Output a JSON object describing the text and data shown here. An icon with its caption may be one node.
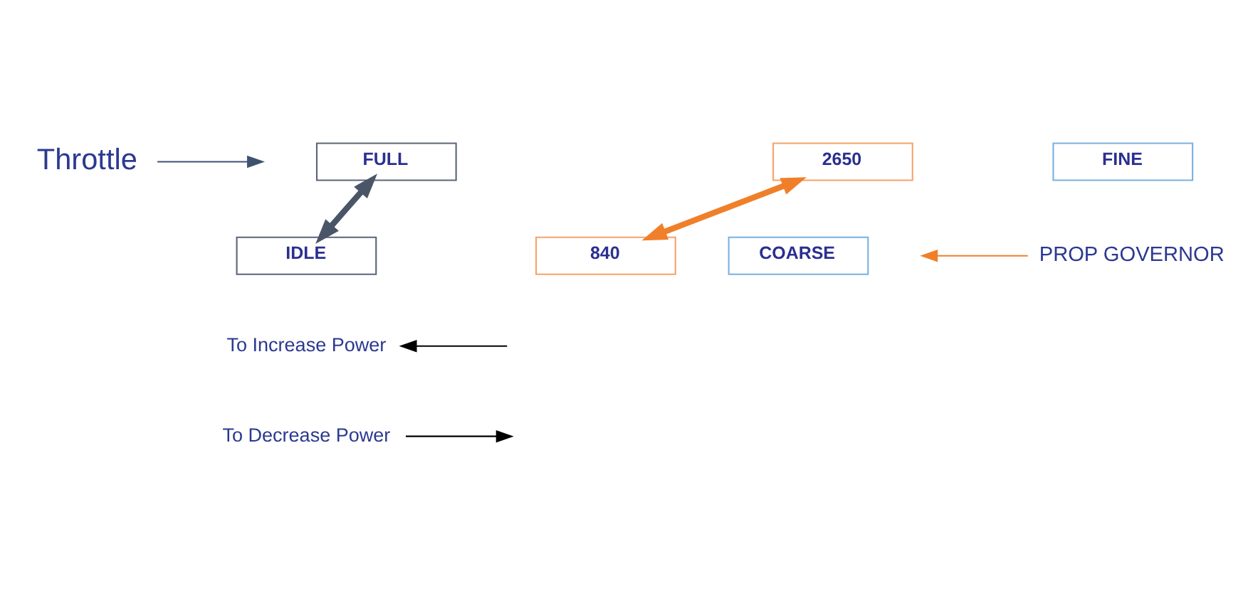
{
  "diagram": {
    "nodes": [
      {
        "text": [
          "FULL"
        ]
      },
      {
        "text": [
          "IDLE"
        ]
      },
      {
        "text": [
          "2650"
        ]
      },
      {
        "text": [
          "840"
        ]
      },
      {
        "text": [
          "FINE"
        ]
      },
      {
        "text": [
          "COARSE"
        ]
      },
      {
        "text": [
          "Throttle"
        ]
      },
      {
        "text": [
          "PROP GOVERNOR"
        ]
      },
      {
        "text": [
          "To Increase Power"
        ]
      },
      {
        "text": [
          "To Decrease Power"
        ]
      }
    ],
    "edges": [
      {
        "from": 0,
        "to": 1,
        "arrow": "both",
        "style": "thick",
        "color": "#4a5568"
      },
      {
        "from": 2,
        "to": 3,
        "arrow": "both",
        "style": "thick",
        "color": "#f07f2a"
      },
      {
        "from": 6,
        "to": null,
        "arrow": "to",
        "color": "#3f5270"
      },
      {
        "from": 7,
        "to": null,
        "arrow": "to",
        "color": "#f07f2a"
      },
      {
        "from": null,
        "to": 8,
        "arrow": "to",
        "color": "#000000"
      },
      {
        "from": 9,
        "to": null,
        "arrow": "to",
        "color": "#000000"
      }
    ]
  }
}
